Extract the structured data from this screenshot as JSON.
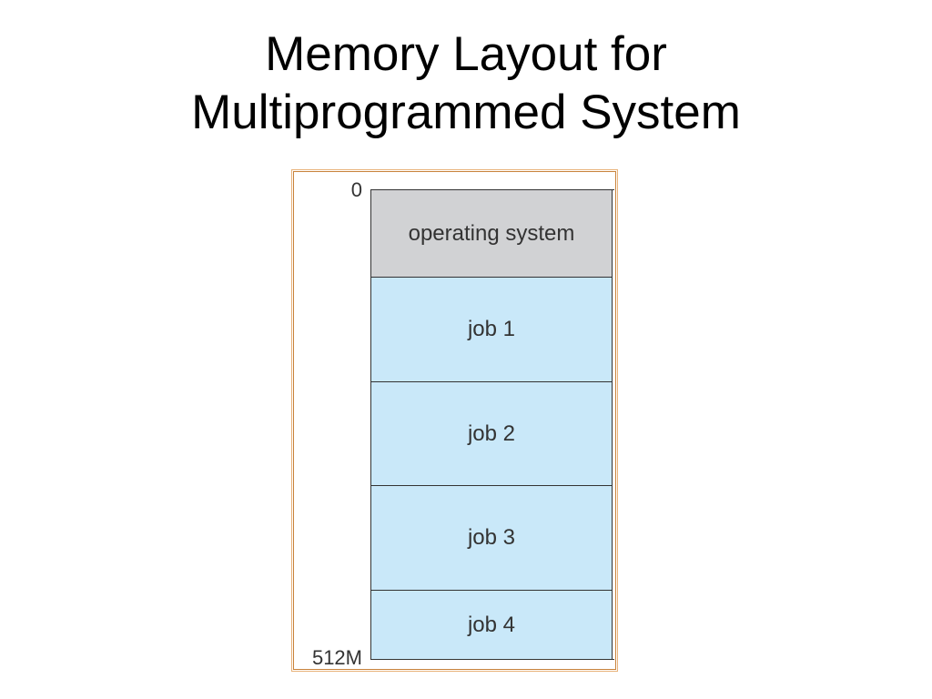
{
  "slide": {
    "title_line1": "Memory Layout for",
    "title_line2": "Multiprogrammed System"
  },
  "diagram": {
    "start_address": "0",
    "end_address": "512M",
    "segments": [
      {
        "label": "operating system",
        "kind": "os"
      },
      {
        "label": "job 1",
        "kind": "job"
      },
      {
        "label": "job 2",
        "kind": "job"
      },
      {
        "label": "job 3",
        "kind": "job"
      },
      {
        "label": "job 4",
        "kind": "job"
      }
    ],
    "colors": {
      "os_fill": "#d1d2d4",
      "job_fill": "#c9e8f9",
      "frame": "#c8823a"
    }
  }
}
